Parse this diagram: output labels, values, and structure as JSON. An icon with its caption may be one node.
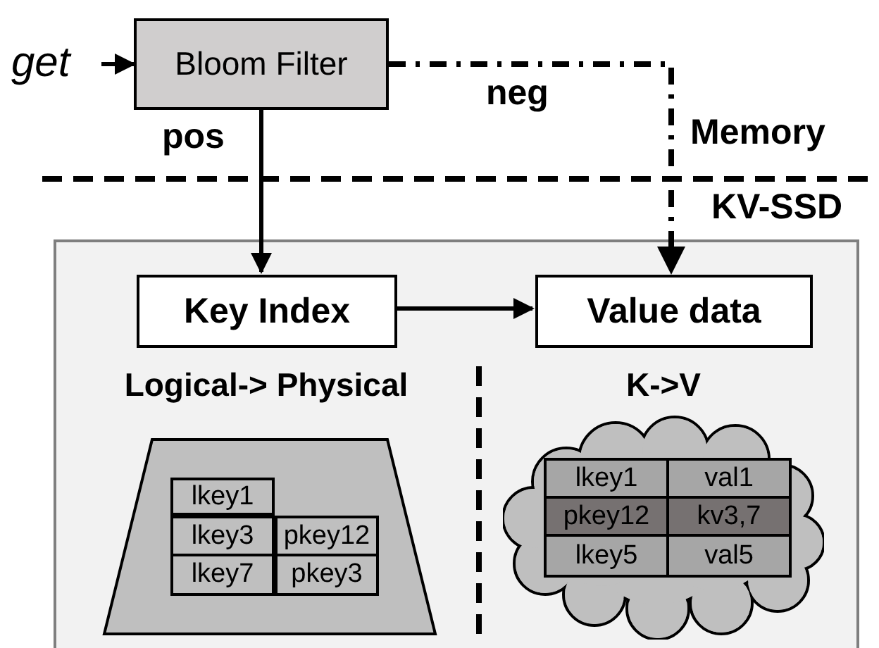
{
  "diagram": {
    "nodes": [
      {
        "text": [
          "get"
        ]
      },
      {
        "text": [
          "Bloom Filter"
        ]
      },
      {
        "text": [],
        "shape": "box"
      },
      {
        "text": [
          "Key Index"
        ],
        "in": 2
      },
      {
        "text": [
          "Value data"
        ],
        "in": 2
      },
      {
        "text": [
          "Logical-> Physical"
        ],
        "in": 2
      },
      {
        "text": [
          "K->V"
        ],
        "in": 2
      }
    ],
    "edges": [
      {
        "from": 0,
        "to": 1,
        "arrow": "to"
      },
      {
        "from": 1,
        "to": 3,
        "arrow": "to",
        "label": "pos"
      },
      {
        "from": 1,
        "to": 4,
        "arrow": "to",
        "label": "neg",
        "style": "dashed"
      },
      {
        "from": 3,
        "to": 4,
        "arrow": "to"
      }
    ],
    "labels": [
      "Memory",
      "KV-SSD",
      "lkey1",
      "lkey3",
      "pkey12",
      "lkey7",
      "pkey3",
      "lkey1",
      "val1",
      "pkey12",
      "kv3,7",
      "lkey5",
      "val5"
    ]
  }
}
